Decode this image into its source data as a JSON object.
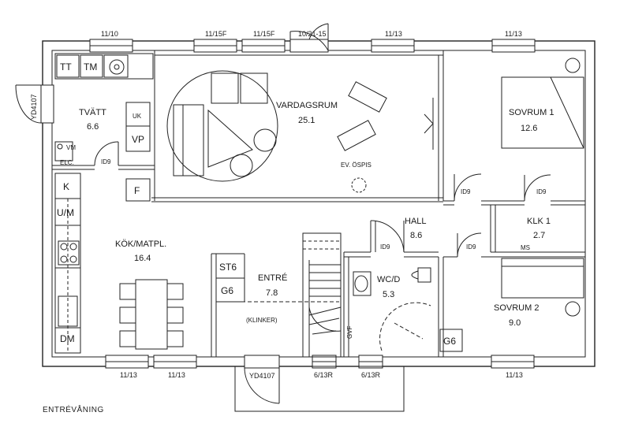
{
  "caption": "ENTRÉVÅNING",
  "rooms": {
    "tvatt": {
      "name": "TVÄTT",
      "area": "6.6"
    },
    "vardagsrum": {
      "name": "VARDAGSRUM",
      "area": "25.1"
    },
    "sovrum1": {
      "name": "SOVRUM 1",
      "area": "12.6"
    },
    "kok": {
      "name": "KÖK/MATPL.",
      "area": "16.4"
    },
    "hall": {
      "name": "HALL",
      "area": "8.6"
    },
    "klk1": {
      "name": "KLK 1",
      "area": "2.7"
    },
    "entre": {
      "name": "ENTRÉ",
      "area": "7.8",
      "note": "(KLINKER)"
    },
    "wc": {
      "name": "WC/D",
      "area": "5.3"
    },
    "sovrum2": {
      "name": "SOVRUM 2",
      "area": "9.0"
    }
  },
  "windows": {
    "top": [
      "11/10",
      "11/15F",
      "11/15F",
      "10/21-15",
      "11/13",
      "11/13"
    ],
    "bottom": [
      "11/13",
      "11/13",
      "YD4107",
      "6/13R",
      "6/13R",
      "11/13"
    ],
    "left": "YD4107"
  },
  "fixtures": {
    "tt": "TT",
    "tm": "TM",
    "vp": "VP",
    "vm": "VM",
    "elc": "ELC.",
    "f": "F",
    "k": "K",
    "um": "U/M",
    "dm": "DM",
    "st6": "ST6",
    "g6": "G6",
    "g6b": "G6",
    "ms": "MS",
    "ospis": "EV. ÖSPIS",
    "gv": "GVF",
    "uk": "UK"
  },
  "doors": [
    "ID9",
    "ID9",
    "ID9",
    "ID9",
    "ID9"
  ]
}
